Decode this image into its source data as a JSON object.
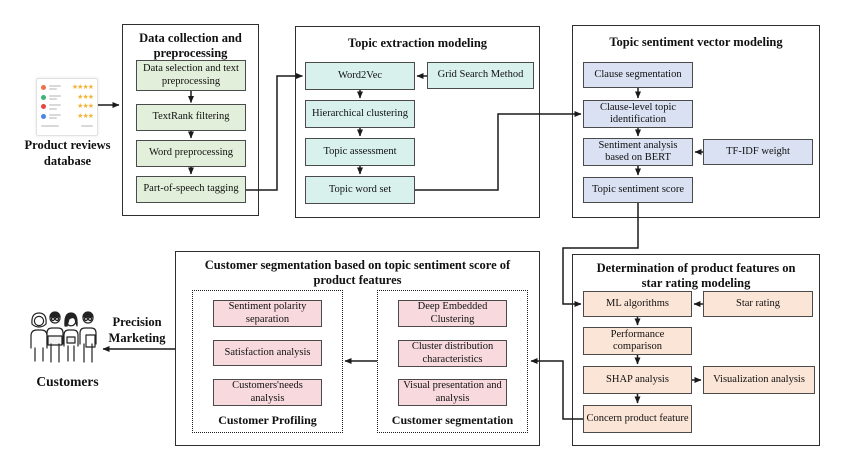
{
  "palette": {
    "green": "#e2efda",
    "cyan": "#d8f1ec",
    "lavender": "#d9e1f2",
    "orange": "#fbe5d6",
    "pink": "#f8dade",
    "star": "#f3b43a",
    "dot_colors": [
      "#f0704a",
      "#3db375",
      "#e8473f",
      "#4a86e8"
    ]
  },
  "left": {
    "database_label": "Product reviews database",
    "customers_label": "Customers",
    "precision_marketing": "Precision Marketing",
    "reviews": [
      {
        "dot": "#f0704a",
        "stars": "★★★★"
      },
      {
        "dot": "#3db375",
        "stars": "★★★"
      },
      {
        "dot": "#e8473f",
        "stars": "★★★"
      },
      {
        "dot": "#4a86e8",
        "stars": "★★★"
      }
    ]
  },
  "preprocessing": {
    "title": "Data collection and preprocessing",
    "steps": [
      "Data selection and text preprocessing",
      "TextRank filtering",
      "Word preprocessing",
      "Part-of-speech tagging"
    ]
  },
  "topic_extraction": {
    "title": "Topic extraction modeling",
    "word2vec": "Word2Vec",
    "grid_search": "Grid Search Method",
    "steps": [
      "Hierarchical clustering",
      "Topic assessment",
      "Topic word set"
    ]
  },
  "sentiment_vector": {
    "title": "Topic sentiment vector modeling",
    "steps": [
      "Clause segmentation",
      "Clause-level topic identification",
      "Sentiment analysis based on BERT",
      "Topic sentiment score"
    ],
    "tfidf": "TF-IDF weight"
  },
  "star_rating": {
    "title": "Determination of product features on star rating modeling",
    "ml": "ML algorithms",
    "star": "Star rating",
    "performance": "Performance comparison",
    "shap": "SHAP analysis",
    "visualization": "Visualization analysis",
    "concern": "Concern product feature"
  },
  "segmentation": {
    "title": "Customer segmentation based on topic sentiment score of product features",
    "profiling": {
      "label": "Customer Profiling",
      "steps": [
        "Sentiment polarity separation",
        "Satisfaction analysis",
        "Customers'needs analysis"
      ]
    },
    "segment": {
      "label": "Customer segmentation",
      "steps": [
        "Deep Embedded Clustering",
        "Cluster distribution characteristics",
        "Visual presentation and analysis"
      ]
    }
  }
}
